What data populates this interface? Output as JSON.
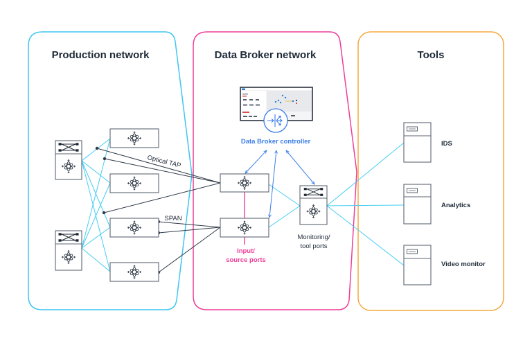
{
  "colors": {
    "production": "#3ec6ef",
    "data_broker": "#ee3e97",
    "tools": "#f5a83e",
    "link_cyan": "#45cdf3",
    "link_dark": "#2f3a48",
    "controller_blue": "#3a7de8",
    "text_dark": "#1e2a38",
    "device_stroke": "#5d6672",
    "input_pink": "#ee3e97"
  },
  "zones": [
    {
      "id": "production",
      "title": "Production network"
    },
    {
      "id": "data_broker",
      "title": "Data Broker network"
    },
    {
      "id": "tools",
      "title": "Tools"
    }
  ],
  "labels": {
    "optical_tap": "Optical TAP",
    "span": "SPAN",
    "controller": "Data Broker controller",
    "input_ports": [
      "Input/",
      "source ports"
    ],
    "monitoring_ports": [
      "Monitoring/",
      "tool ports"
    ]
  },
  "production_devices": {
    "spine_switches": [
      "spine-switch-1",
      "spine-switch-2"
    ],
    "leaf_switches": [
      "leaf-switch-1",
      "leaf-switch-2",
      "leaf-switch-3",
      "leaf-switch-4"
    ]
  },
  "data_broker_devices": [
    "input-switch-1",
    "input-switch-2",
    "monitoring-switch"
  ],
  "tools": [
    {
      "name": "IDS"
    },
    {
      "name": "Analytics"
    },
    {
      "name": "Video monitor"
    }
  ],
  "icons": {
    "switch": "atom-switch-icon",
    "crossbar": "crossing-arrows-icon",
    "server": "server-tower-icon",
    "controller": "data-broker-controller-icon"
  }
}
